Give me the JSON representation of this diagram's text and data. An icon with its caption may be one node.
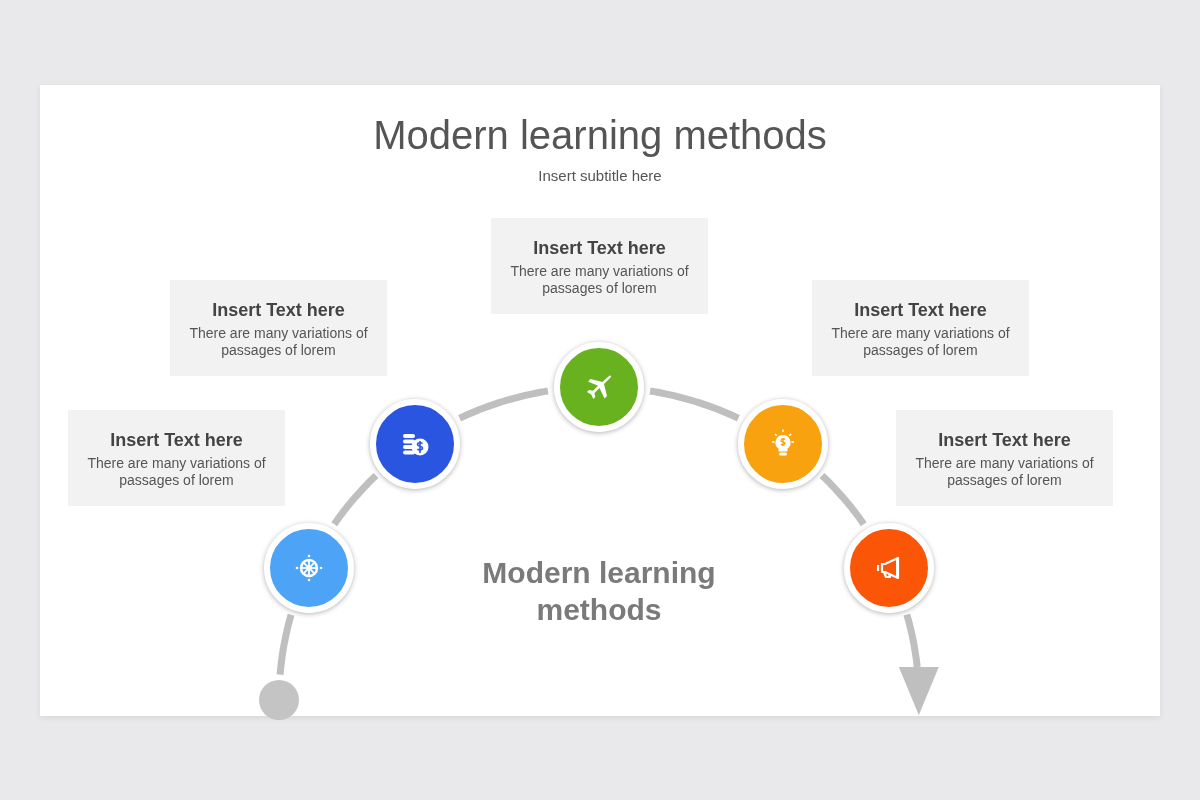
{
  "diagram": {
    "title": "Modern learning methods",
    "caption": "Insert subtitle here",
    "nodes": [
      {
        "text": [
          "Insert Text here",
          "There are many variations of passages of lorem"
        ]
      },
      {
        "text": [
          "Insert Text here",
          "There are many variations of passages of lorem"
        ]
      },
      {
        "text": [
          "Insert Text here",
          "There are many variations of passages of lorem"
        ]
      },
      {
        "text": [
          "Insert Text here",
          "There are many variations of passages of lorem"
        ]
      },
      {
        "text": [
          "Insert Text here",
          "There are many variations of passages of lorem"
        ]
      },
      {
        "text": [],
        "shape": "circle"
      },
      {
        "text": [],
        "shape": "circle"
      },
      {
        "text": [],
        "shape": "circle"
      },
      {
        "text": [],
        "shape": "circle"
      },
      {
        "text": [],
        "shape": "circle"
      },
      {
        "text": [],
        "shape": "circle"
      }
    ],
    "edges": [
      {
        "from": 5,
        "to": 6,
        "arrow": "none"
      },
      {
        "from": 6,
        "to": 7,
        "arrow": "none"
      },
      {
        "from": 7,
        "to": 8,
        "arrow": "none"
      },
      {
        "from": 8,
        "to": 9,
        "arrow": "none"
      },
      {
        "from": 9,
        "to": 10,
        "arrow": "none"
      },
      {
        "from": 10,
        "to": null,
        "arrow": "to"
      }
    ],
    "labels": [
      "Modern learning methods"
    ]
  }
}
